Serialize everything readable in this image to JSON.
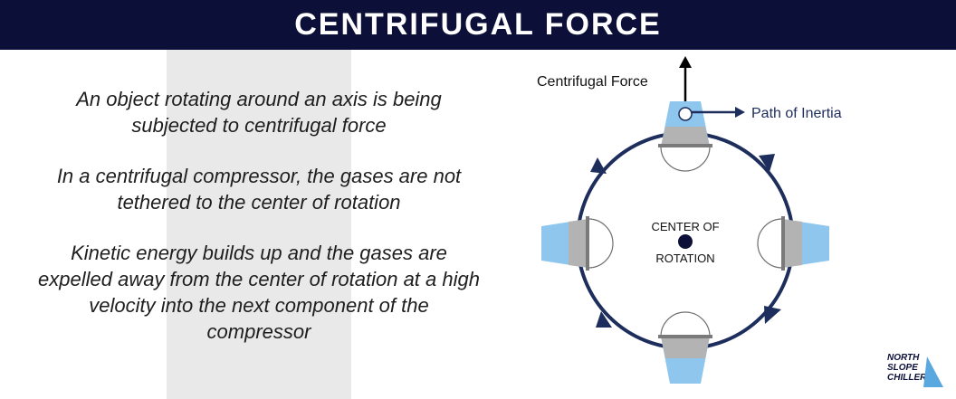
{
  "header": {
    "title": "CENTRIFUGAL FORCE"
  },
  "text": {
    "paragraphs": [
      "An object rotating around an axis is being subjected to centrifugal force",
      "In a centrifugal compressor, the gases are not tethered to the center of rotation",
      "Kinetic energy builds up and the gases are expelled away from the center of rotation at a high velocity into the next component of the compressor"
    ]
  },
  "diagram": {
    "label_centrifugal_force": "Centrifugal Force",
    "label_path_of_inertia": "Path of Inertia",
    "center_line1": "CENTER OF",
    "center_line2": "ROTATION"
  },
  "logo": {
    "line1": "NORTH",
    "line2": "SLOPE",
    "line3": "CHILLERS"
  },
  "colors": {
    "header_bg": "#0c1038",
    "circle": "#1d2d5c",
    "water": "#8ec6ee",
    "bucket_metal": "#a8a8a8"
  }
}
